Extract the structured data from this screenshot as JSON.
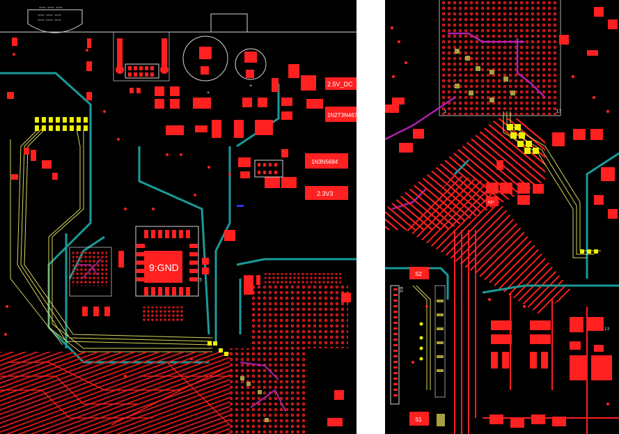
{
  "views": [
    {
      "id": "left",
      "labels": {
        "v25": "2.5V_DC",
        "u1n4": "1N2T3N467",
        "u3n": "1N3N5684",
        "v23": "2.3V3",
        "gnd": "9:GND",
        "d5": "5"
      }
    },
    {
      "id": "right",
      "labels": {
        "s2": "S2",
        "s1": "S1",
        "p59": "59",
        "u17": "17",
        "n13": "13",
        "n1": "1"
      }
    }
  ],
  "colors": {
    "board": "#000000",
    "copper": "#ff2020",
    "trace_teal": "#1a9a9a",
    "trace_yellow": "#d8d860",
    "pad_yellow": "#f0f000",
    "via_magenta": "#b020b0",
    "silk": "#d8d8d8"
  }
}
